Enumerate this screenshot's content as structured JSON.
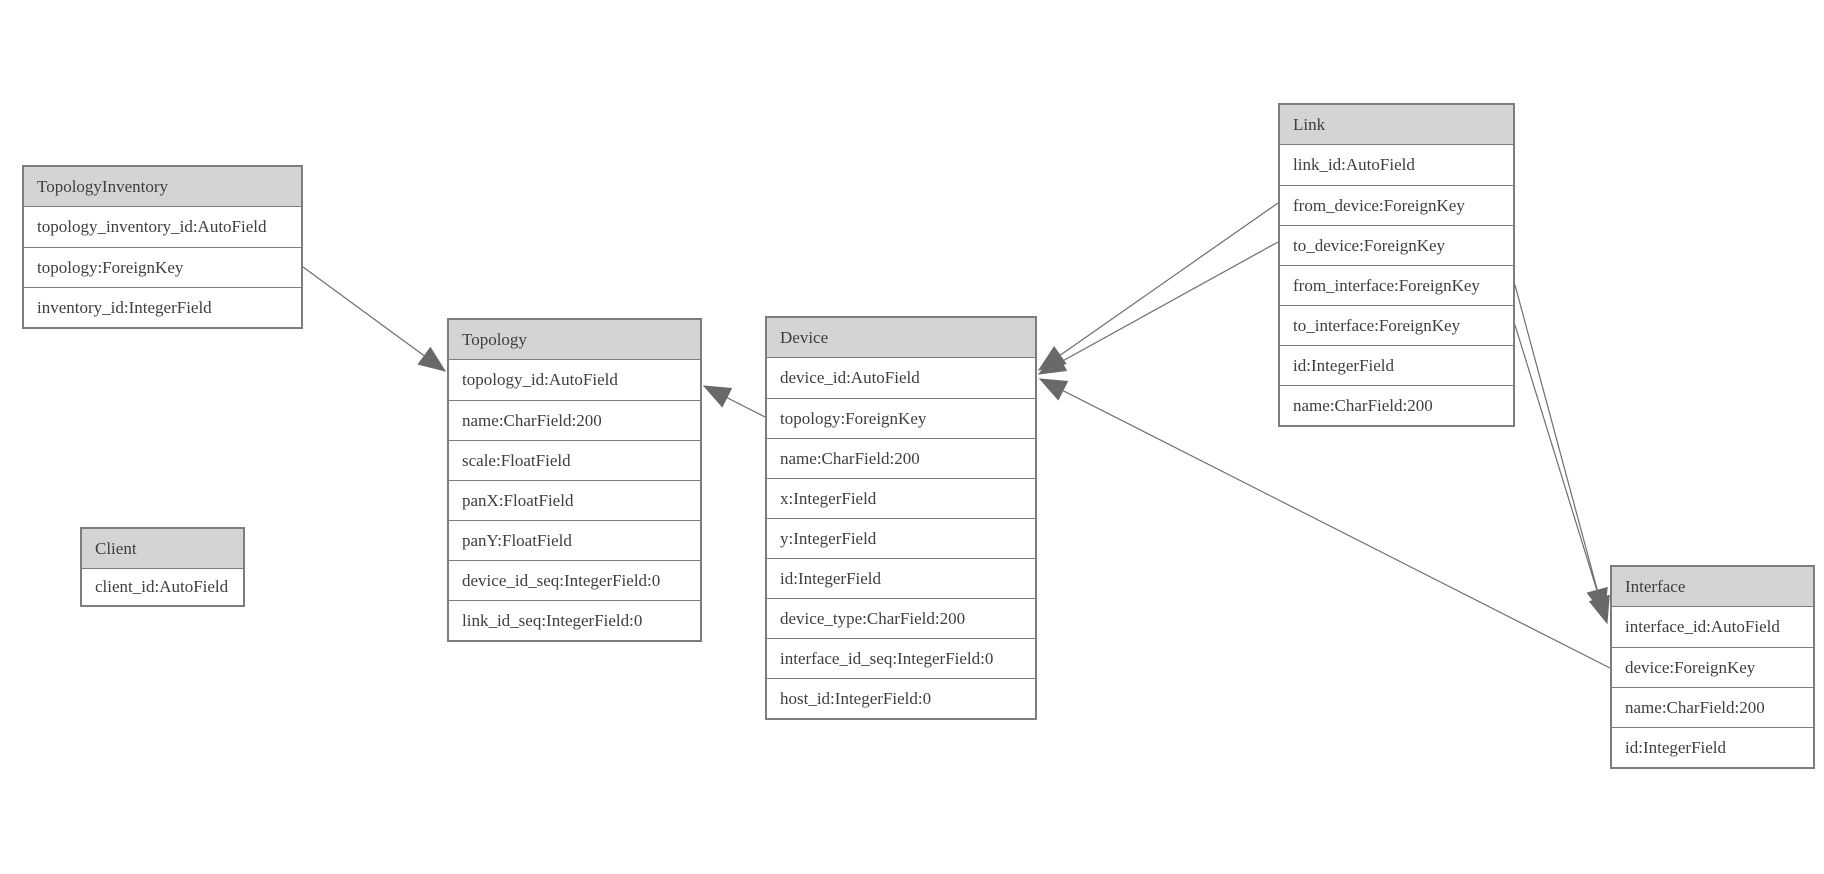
{
  "entities": {
    "topology_inventory": {
      "title": "TopologyInventory",
      "fields": [
        "topology_inventory_id:AutoField",
        "topology:ForeignKey",
        "inventory_id:IntegerField"
      ]
    },
    "client": {
      "title": "Client",
      "fields": [
        "client_id:AutoField"
      ]
    },
    "topology": {
      "title": "Topology",
      "fields": [
        "topology_id:AutoField",
        "name:CharField:200",
        "scale:FloatField",
        "panX:FloatField",
        "panY:FloatField",
        "device_id_seq:IntegerField:0",
        "link_id_seq:IntegerField:0"
      ]
    },
    "device": {
      "title": "Device",
      "fields": [
        "device_id:AutoField",
        "topology:ForeignKey",
        "name:CharField:200",
        "x:IntegerField",
        "y:IntegerField",
        "id:IntegerField",
        "device_type:CharField:200",
        "interface_id_seq:IntegerField:0",
        "host_id:IntegerField:0"
      ]
    },
    "link": {
      "title": "Link",
      "fields": [
        "link_id:AutoField",
        "from_device:ForeignKey",
        "to_device:ForeignKey",
        "from_interface:ForeignKey",
        "to_interface:ForeignKey",
        "id:IntegerField",
        "name:CharField:200"
      ]
    },
    "interface": {
      "title": "Interface",
      "fields": [
        "interface_id:AutoField",
        "device:ForeignKey",
        "name:CharField:200",
        "id:IntegerField"
      ]
    }
  },
  "relationships": [
    {
      "from": "TopologyInventory.topology",
      "to": "Topology.topology_id"
    },
    {
      "from": "Device.topology",
      "to": "Topology.topology_id"
    },
    {
      "from": "Link.from_device",
      "to": "Device.device_id"
    },
    {
      "from": "Link.to_device",
      "to": "Device.device_id"
    },
    {
      "from": "Link.from_interface",
      "to": "Interface.interface_id"
    },
    {
      "from": "Link.to_interface",
      "to": "Interface.interface_id"
    },
    {
      "from": "Interface.device",
      "to": "Device.device_id"
    }
  ],
  "colors": {
    "background": "#ffffff",
    "header_fill": "#d4d4d4",
    "row_fill": "#ffffff",
    "border": "#7d7d7d",
    "text": "#3e3e3e",
    "connector": "#6e6e6e"
  }
}
